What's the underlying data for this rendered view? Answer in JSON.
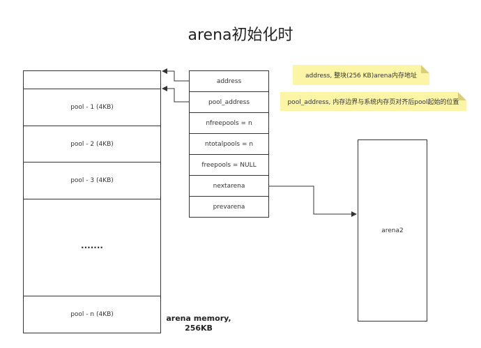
{
  "title": "arena初始化时",
  "memory_blocks": [
    "",
    "pool - 1  (4KB)",
    "pool - 2 (4KB)",
    "pool - 3 (4KB)",
    "·······",
    "pool   - n (4KB)"
  ],
  "struct_fields": [
    "address",
    "pool_address",
    "nfreepools = n",
    "ntotalpools = n",
    "freepools = NULL",
    "nextarena",
    "prevarena"
  ],
  "notes": [
    "address, 整块(256 KB)arena内存地址",
    "pool_address, 内存边界与系统内存页对齐后pool起始的位置"
  ],
  "caption_line1": "arena memory,",
  "caption_line2": "256KB",
  "arena2_label": "arena2"
}
